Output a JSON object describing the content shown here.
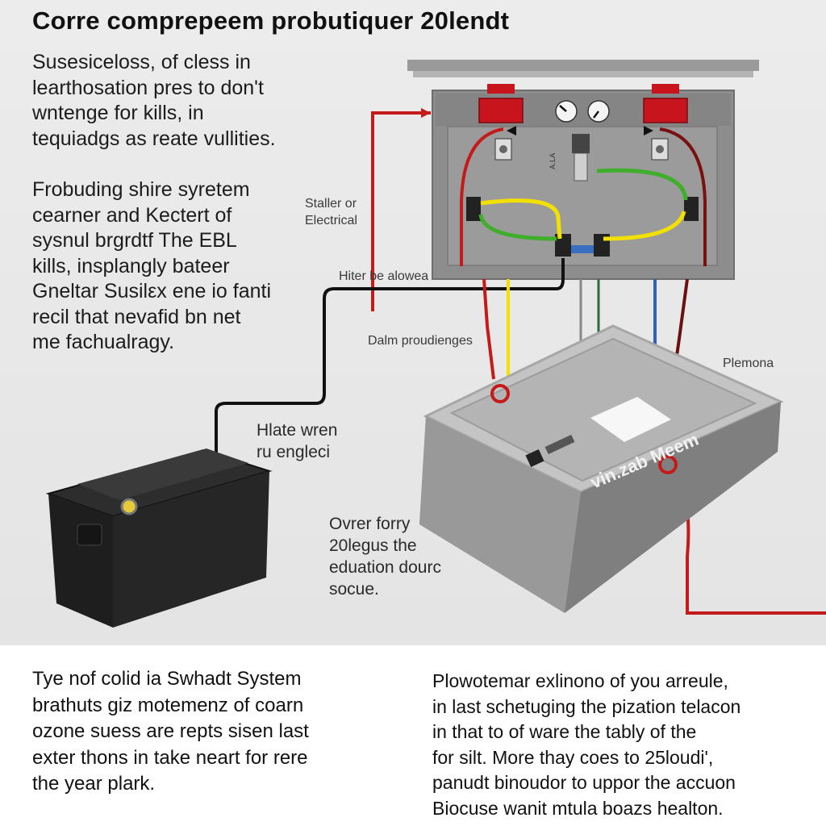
{
  "title": "Corre comprepeem probutiquer 20lendt",
  "intro_paragraph": [
    "Susesiceloss, of cless in",
    "learthosation pres to don't",
    "wntenge for kills, in",
    "tequiadgs as reate vullities."
  ],
  "second_paragraph": [
    "Frobuding shire syretem",
    "cearner and Kectert of",
    "sysnul brgrdtf The EBL",
    "kills, insplangly bateer",
    "Gneltar Susilεx ene io fanti",
    "recil that nevafid bn net",
    "me fachualragy."
  ],
  "labels": {
    "staller": [
      "Staller or",
      "Electrical"
    ],
    "hiter": "Hiter be alowea",
    "dalm": "Dalm proudienges",
    "plemona": "Plemona",
    "hlate": [
      "Hlate wren",
      "ru engleci"
    ],
    "ovrer": [
      "Ovrer forry",
      "20legus the",
      "eduation dourc",
      "socue."
    ],
    "box_text": "vin.zab Meem",
    "panel_glyph": "A.LA"
  },
  "bottom_left": [
    "Tye nof colid ia Swhadt System",
    "brathuts giz motemenz of coarn",
    "ozone suess are repts sisen last",
    "exter thons in take neart for rere",
    "the year plark."
  ],
  "bottom_right": [
    "Plowotemar exlinono of you arreule,",
    "in last schetuging the pization telacon",
    "in that to of ware the tably of the",
    "for silt. More thay coes to 25loudi',",
    "panudt binoudor to uppor the accuon",
    "Biocuse wanit mtula boazs healton."
  ],
  "colors": {
    "wire_red": "#c41a1a",
    "wire_yellow": "#f2e000",
    "wire_green": "#3fae2a",
    "wire_blue": "#2f63b0",
    "wire_black": "#111111",
    "fuse_red": "#c8141c",
    "panel_gray": "#8e8e8e",
    "battery": "#1e1e1e"
  }
}
